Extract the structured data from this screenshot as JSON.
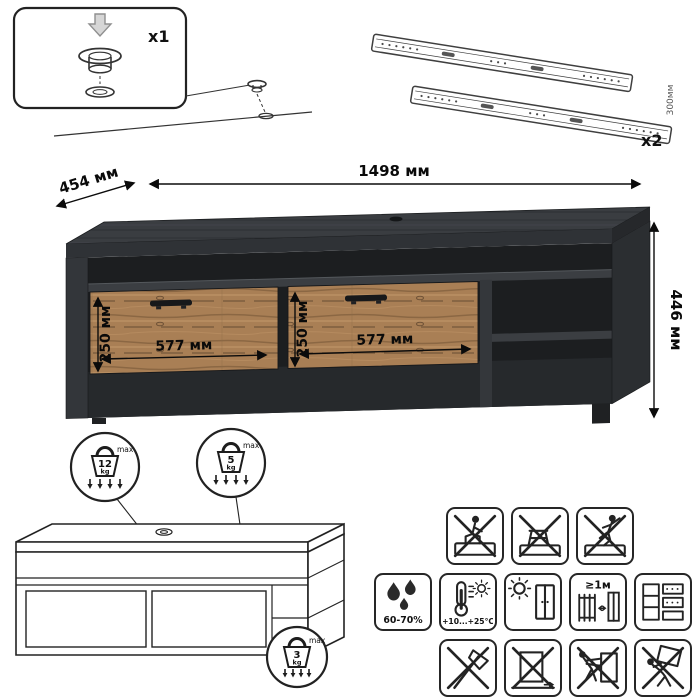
{
  "hardware": {
    "foot": {
      "qty": "x1"
    },
    "rails": {
      "qty": "x2",
      "length": "300мм"
    }
  },
  "stand": {
    "dims": {
      "width": "1498 мм",
      "depth": "454 мм",
      "height": "446 мм",
      "drawer_left_height": "250 мм",
      "drawer_left_width": "577 мм",
      "drawer_right_height": "250 мм",
      "drawer_right_width": "577 мм"
    },
    "colors": {
      "frame": "#35383c",
      "drawer_wood": "#a97f55",
      "interior": "#1c1e20"
    }
  },
  "load_limits": {
    "top": {
      "value": "12",
      "unit": "kg",
      "note": "max"
    },
    "shelf": {
      "value": "5",
      "unit": "kg",
      "note": "max"
    },
    "drawer": {
      "value": "3",
      "unit": "kg",
      "note": "max"
    }
  },
  "care_icons": {
    "row1": [
      {
        "name": "no-sitting-icon"
      },
      {
        "name": "no-stool-on-top-icon"
      },
      {
        "name": "no-climbing-icon"
      }
    ],
    "row2": [
      {
        "name": "humidity-icon",
        "label": "60-70%"
      },
      {
        "name": "temperature-icon",
        "label": "+10...+25°C"
      },
      {
        "name": "keep-from-sunlight-icon"
      },
      {
        "name": "heater-distance-icon",
        "label": "≥1м"
      },
      {
        "name": "panels-fittings-icon"
      }
    ],
    "row3": [
      {
        "name": "no-axe-icon"
      },
      {
        "name": "no-dragging-icon"
      },
      {
        "name": "no-pushing-icon"
      },
      {
        "name": "no-carrying-assembled-icon"
      }
    ]
  }
}
